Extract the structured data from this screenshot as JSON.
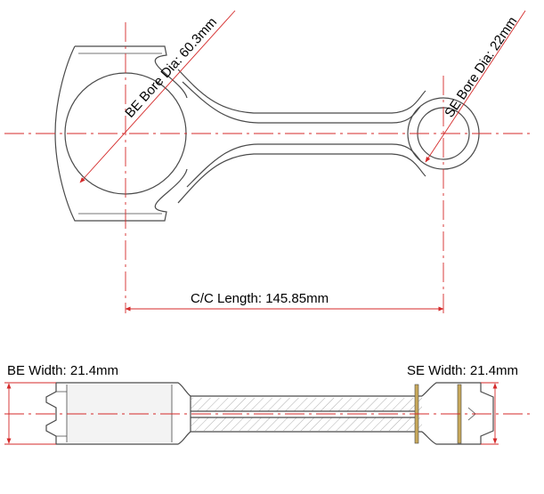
{
  "labels": {
    "be_bore_dia": "BE Bore Dia: 60.3mm",
    "se_bore_dia": "SE Bore Dia: 22mm",
    "cc_length": "C/C Length: 145.85mm",
    "be_width": "BE Width: 21.4mm",
    "se_width": "SE Width: 21.4mm"
  },
  "colors": {
    "outline": "#4a4a4a",
    "dimension": "#d42a2a",
    "text": "#000000",
    "bearing_gold": "#c8a85a"
  }
}
